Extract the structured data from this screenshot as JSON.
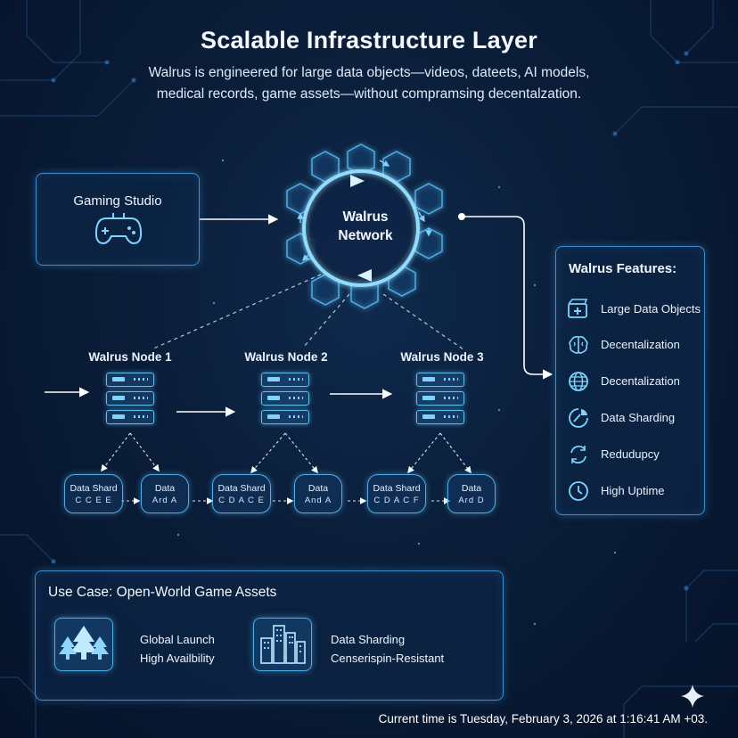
{
  "header": {
    "title": "Scalable Infrastructure Layer",
    "subtitle_line1": "Walrus is engineered for large data objects—videos, dateets, AI models,",
    "subtitle_line2": "medical records, game assets—without compramsing decentalzation."
  },
  "source": {
    "label": "Gaming Studio",
    "icon": "gamepad-icon"
  },
  "network": {
    "line1": "Walrus",
    "line2": "Network"
  },
  "nodes": [
    {
      "label": "Walrus Node 1"
    },
    {
      "label": "Walrus Node 2"
    },
    {
      "label": "Walrus Node 3"
    }
  ],
  "shards": [
    {
      "line1": "Data Shard",
      "line2": "C C E E"
    },
    {
      "line1": "Data",
      "line2": "Ard A"
    },
    {
      "line1": "Data Shard",
      "line2": "C D A C E"
    },
    {
      "line1": "Data",
      "line2": "And A"
    },
    {
      "line1": "Data Shard",
      "line2": "C D A C F"
    },
    {
      "line1": "Data",
      "line2": "Ard D"
    }
  ],
  "features": {
    "heading": "Walrus Features:",
    "items": [
      {
        "label": "Large Data Objects",
        "icon": "film-plus-icon"
      },
      {
        "label": "Decentalization",
        "icon": "brain-icon"
      },
      {
        "label": "Decentalization",
        "icon": "globe-icon"
      },
      {
        "label": "Data Sharding",
        "icon": "shard-icon"
      },
      {
        "label": "Redudupcy",
        "icon": "refresh-icon"
      },
      {
        "label": "High Uptime",
        "icon": "clock-icon"
      }
    ]
  },
  "use_case": {
    "heading": "Use Case: Open-World Game Assets",
    "left_line1": "Global Launch",
    "left_line2": "High Availbility",
    "left_icon": "forest-icon",
    "right_line1": "Data Sharding",
    "right_line2": "Censerispin-Resistant",
    "right_icon": "city-icon"
  },
  "footer": {
    "timestamp": "Current time is Tuesday, February 3, 2026 at 1:16:41 AM +03."
  },
  "colors": {
    "accent": "#4faee6",
    "glow": "#7fd4ff",
    "background": "#0a1d38"
  }
}
